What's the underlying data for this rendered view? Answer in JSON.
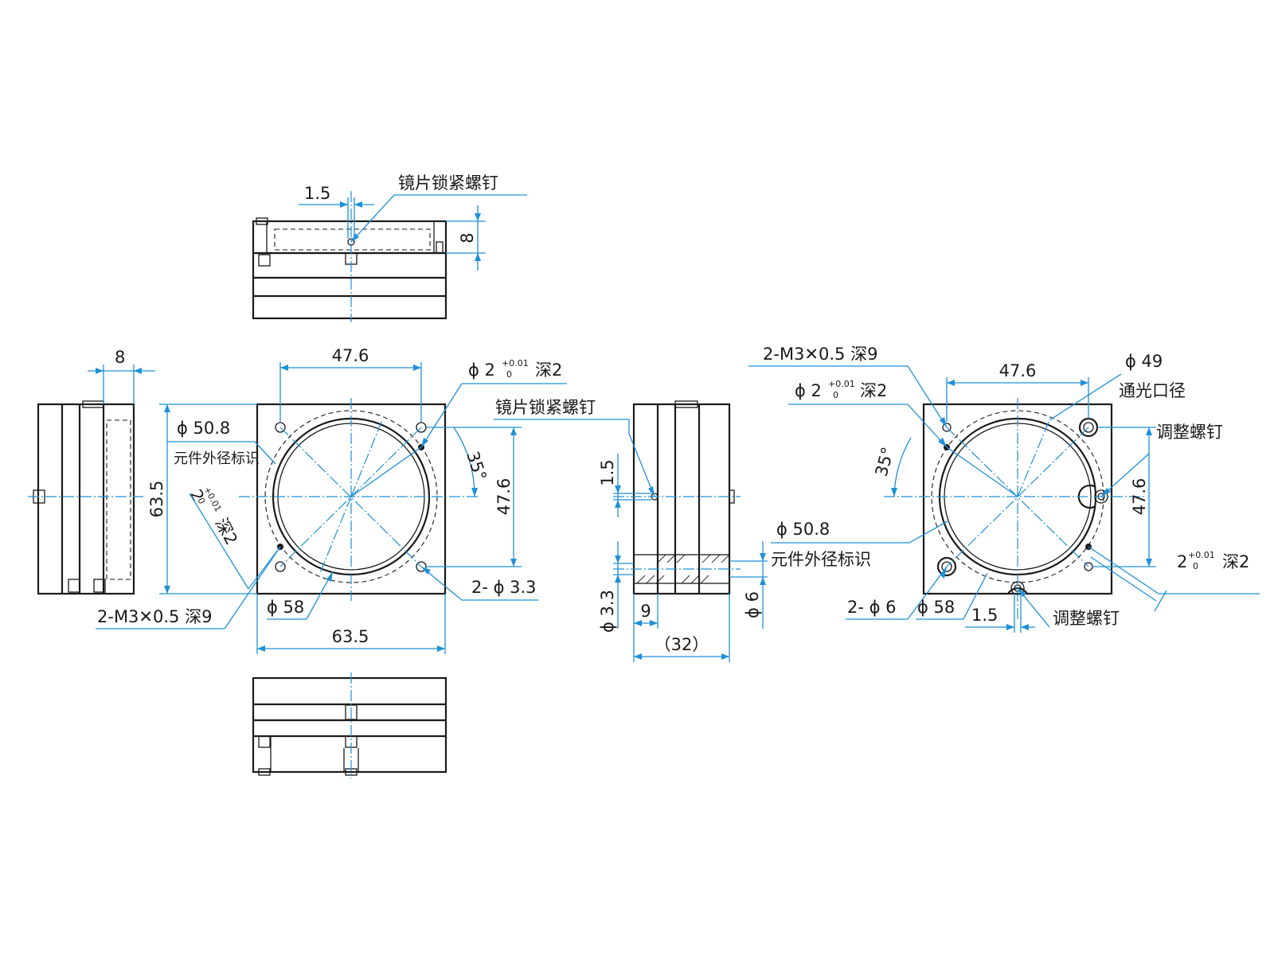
{
  "labels": {
    "top_view": {
      "lock_screw": "镜片锁紧螺钉",
      "dim_1_5": "1.5",
      "dim_8": "8"
    },
    "left_view": {
      "dim_8": "8",
      "dim_63_5_v": "63.5"
    },
    "front_view": {
      "dim_47_6_h": "47.6",
      "dim_47_6_v": "47.6",
      "dim_63_5_h": "63.5",
      "phi_2_prefix": "ϕ 2",
      "tol_plus": "+0.01",
      "tol_zero": "0",
      "depth_2": "深2",
      "phi_50_8": "ϕ 50.8",
      "element_od_mark": "元件外径标识",
      "angle_35": "35°",
      "rot_2": "2",
      "rot_depth_2": "深2",
      "phi_58": "ϕ 58",
      "two_phi_3_3": "2- ϕ 3.3",
      "two_m3": "2-M3✕0.5  深9"
    },
    "side_view": {
      "lock_screw": "镜片锁紧螺钉",
      "dim_1_5": "1.5",
      "dim_phi_3_3": "ϕ 3.3",
      "dim_9": "9",
      "dim_32": "（32）",
      "dim_phi_6": "ϕ 6"
    },
    "rear_view": {
      "two_m3": "2-M3✕0.5  深9",
      "phi_2_prefix": "ϕ 2",
      "tol_plus": "+0.01",
      "tol_zero": "0",
      "depth_2": "深2",
      "dim_47_6_h": "47.6",
      "phi_49": "ϕ 49",
      "clear_aperture": "通光口径",
      "adjust_screw_1": "调整螺钉",
      "dim_47_6_v": "47.6",
      "angle_35": "35°",
      "phi_50_8": "ϕ 50.8",
      "element_od_mark": "元件外径标识",
      "num_2": "2",
      "depth_2b": "深2",
      "two_phi_6": "2- ϕ 6",
      "phi_58": "ϕ 58",
      "dim_1_5": "1.5",
      "adjust_screw_2": "调整螺钉"
    }
  },
  "colors": {
    "outline": "#1a1a1a",
    "dimension": "#1e90d8",
    "background": "#ffffff"
  }
}
